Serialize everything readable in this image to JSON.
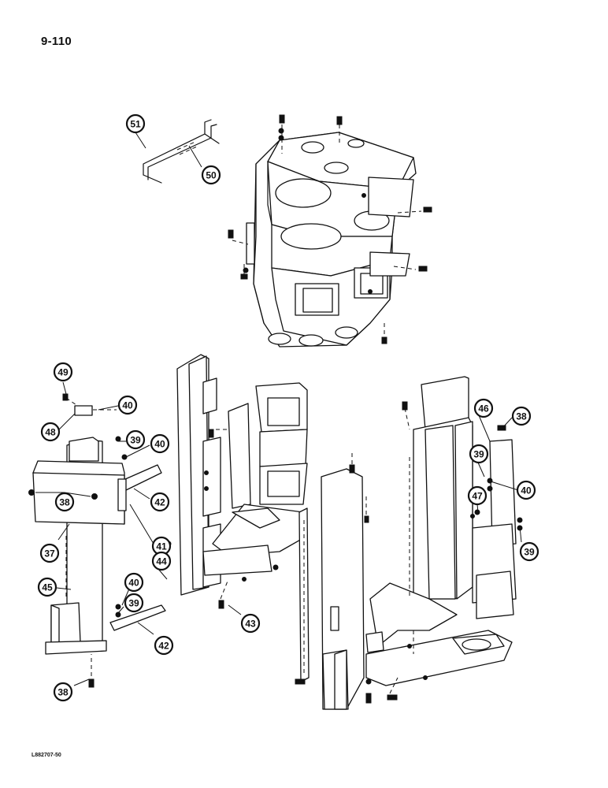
{
  "page": {
    "number": "9-110",
    "figure_code": "L882707-50"
  },
  "callouts": {
    "c51": "51",
    "c50": "50",
    "c49": "49",
    "c48": "48",
    "c40a": "40",
    "c39a": "39",
    "c40b": "40",
    "c38a": "38",
    "c42a": "42",
    "c41": "41",
    "c37": "37",
    "c44": "44",
    "c45": "45",
    "c40c": "40",
    "c39b": "39",
    "c42b": "42",
    "c43": "43",
    "c38b": "38",
    "c46": "46",
    "c38c": "38",
    "c39c": "39",
    "c40d": "40",
    "c47": "47",
    "c39d": "39"
  }
}
